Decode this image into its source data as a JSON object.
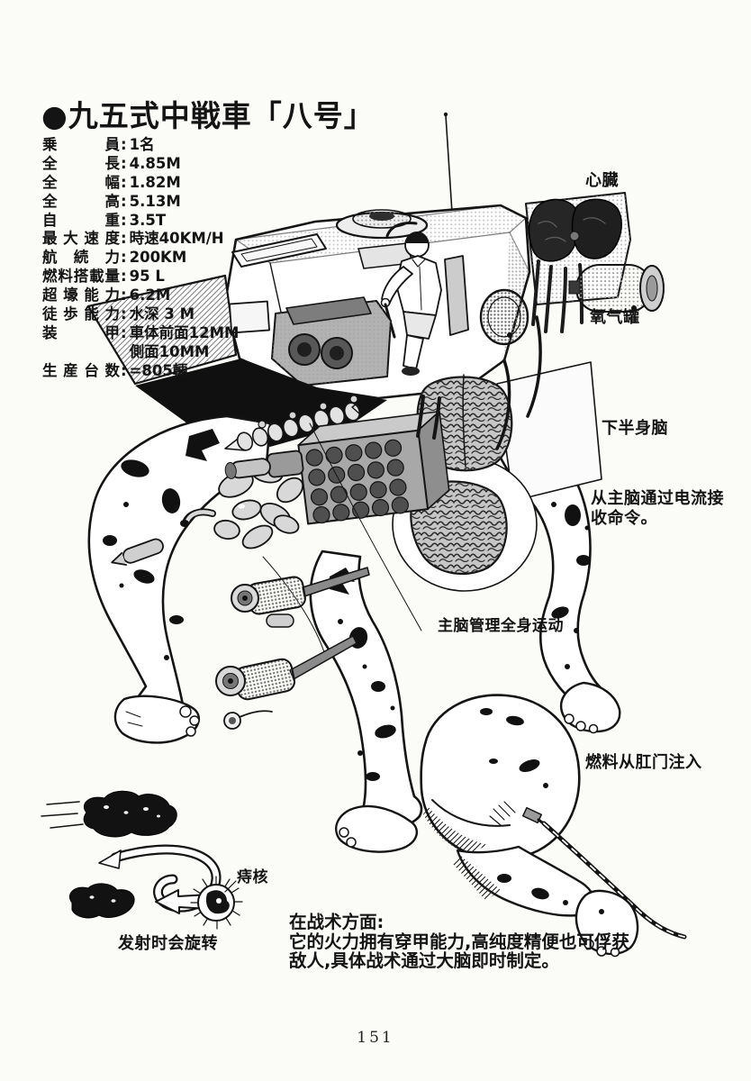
{
  "ui": {
    "colon": ":"
  },
  "title": "●九五式中戦車「八号」",
  "specs": [
    {
      "label": "乗 員",
      "value": "1名"
    },
    {
      "label": "全 長",
      "value": "4.85M"
    },
    {
      "label": "全 幅",
      "value": "1.82M"
    },
    {
      "label": "全 高",
      "value": "5.13M"
    },
    {
      "label": "自 重",
      "value": "3.5T"
    },
    {
      "label": "最大速度",
      "value": "時速40KM/H"
    },
    {
      "label": "航続力",
      "value": "200KM"
    },
    {
      "label": "燃料搭載量",
      "value": "95 L"
    },
    {
      "label": "超壕能力",
      "value": "6.2M"
    },
    {
      "label": "徒歩能力",
      "value": "水深 3 M"
    },
    {
      "label": "装 甲",
      "value": "車体前面12MM"
    },
    {
      "label": "",
      "value": "側面10MM"
    },
    {
      "label": "生産台数",
      "value": "=805輛"
    }
  ],
  "labels": {
    "heart": "心臓",
    "oxygen_tank": "氧气罐",
    "lower_body_brain": "下半身脑",
    "command_note_line1": "从主脑通过电流接",
    "command_note_line2": "收命令。",
    "main_brain_note": "主脑管理全身运动",
    "fuel_note": "燃料从肛门注入",
    "hemorrhoid": "痔核",
    "spin_note": "发射时会旋转"
  },
  "tactics": {
    "line1": "在战术方面:",
    "line2": "它的火力拥有穿甲能力,高纯度精便也可俘获",
    "line3": "敌人,具体战术通过大脑即时制定。"
  },
  "page_number": "151"
}
